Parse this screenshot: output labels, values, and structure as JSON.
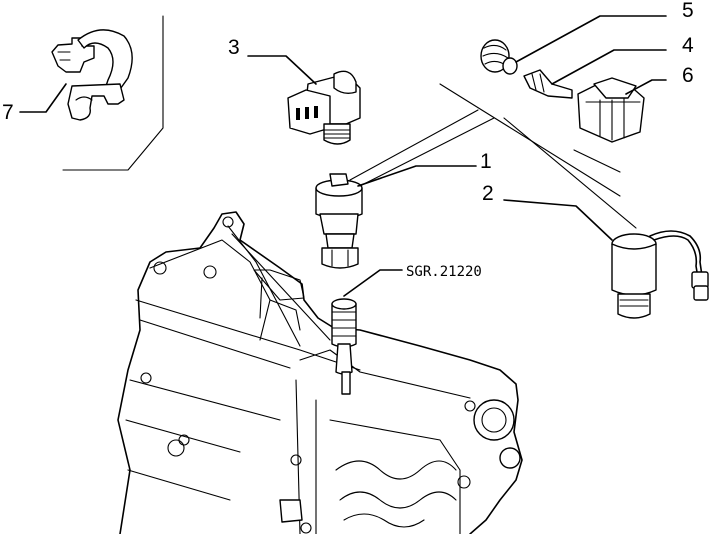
{
  "callouts": [
    {
      "id": "1",
      "text": "1"
    },
    {
      "id": "2",
      "text": "2"
    },
    {
      "id": "3",
      "text": "3"
    },
    {
      "id": "4",
      "text": "4"
    },
    {
      "id": "5",
      "text": "5"
    },
    {
      "id": "6",
      "text": "6"
    },
    {
      "id": "7",
      "text": "7"
    }
  ],
  "reference": "SGR.21220"
}
